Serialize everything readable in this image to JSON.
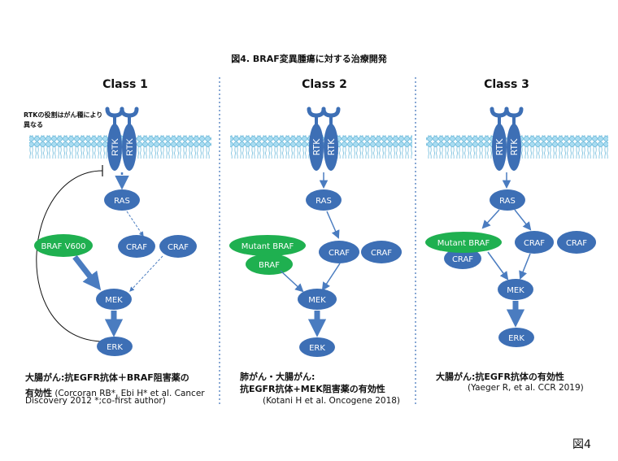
{
  "figure_title": "図4. BRAF変異腫瘍に対する治療開発",
  "rtk_note": "RTKの役割はがん種により異なる",
  "figure_number": "図4",
  "colors": {
    "node_blue": "#3d6fb5",
    "node_green": "#1fb050",
    "arrow_blue": "#4a7cc0",
    "membrane": "#7ec8e8",
    "divider": "#3a6fb8"
  },
  "panels": [
    {
      "title": "Class 1",
      "receptor_label": "RTK",
      "nodes": {
        "ras": "RAS",
        "braf": "BRAF V600",
        "craf_a": "CRAF",
        "craf_b": "CRAF",
        "mek": "MEK",
        "erk": "ERK"
      },
      "caption_line1": "大腸がん:抗EGFR抗体＋BRAF阻害薬の",
      "caption_line2_bold": "有効性",
      "caption_line2_rest": " (Corcoran RB*, Ebi H* et al. Cancer",
      "caption_line3": "Discovery 2012 *;co-first author)"
    },
    {
      "title": "Class 2",
      "receptor_label": "RTK",
      "nodes": {
        "ras": "RAS",
        "mutant_braf": "Mutant BRAF",
        "braf": "BRAF",
        "craf_a": "CRAF",
        "craf_b": "CRAF",
        "mek": "MEK",
        "erk": "ERK"
      },
      "caption_line1": "肺がん・大腸がん:",
      "caption_line2": "抗EGFR抗体+MEK阻害薬の有効性",
      "caption_line3": "(Kotani H et al. Oncogene 2018)"
    },
    {
      "title": "Class 3",
      "receptor_label": "RTK",
      "nodes": {
        "ras": "RAS",
        "mutant_braf": "Mutant BRAF",
        "craf_low": "CRAF",
        "craf_a": "CRAF",
        "craf_b": "CRAF",
        "mek": "MEK",
        "erk": "ERK"
      },
      "caption_line1": "大腸がん:抗EGFR抗体の有効性",
      "caption_line2": "(Yaeger R, et al. CCR 2019)"
    }
  ]
}
